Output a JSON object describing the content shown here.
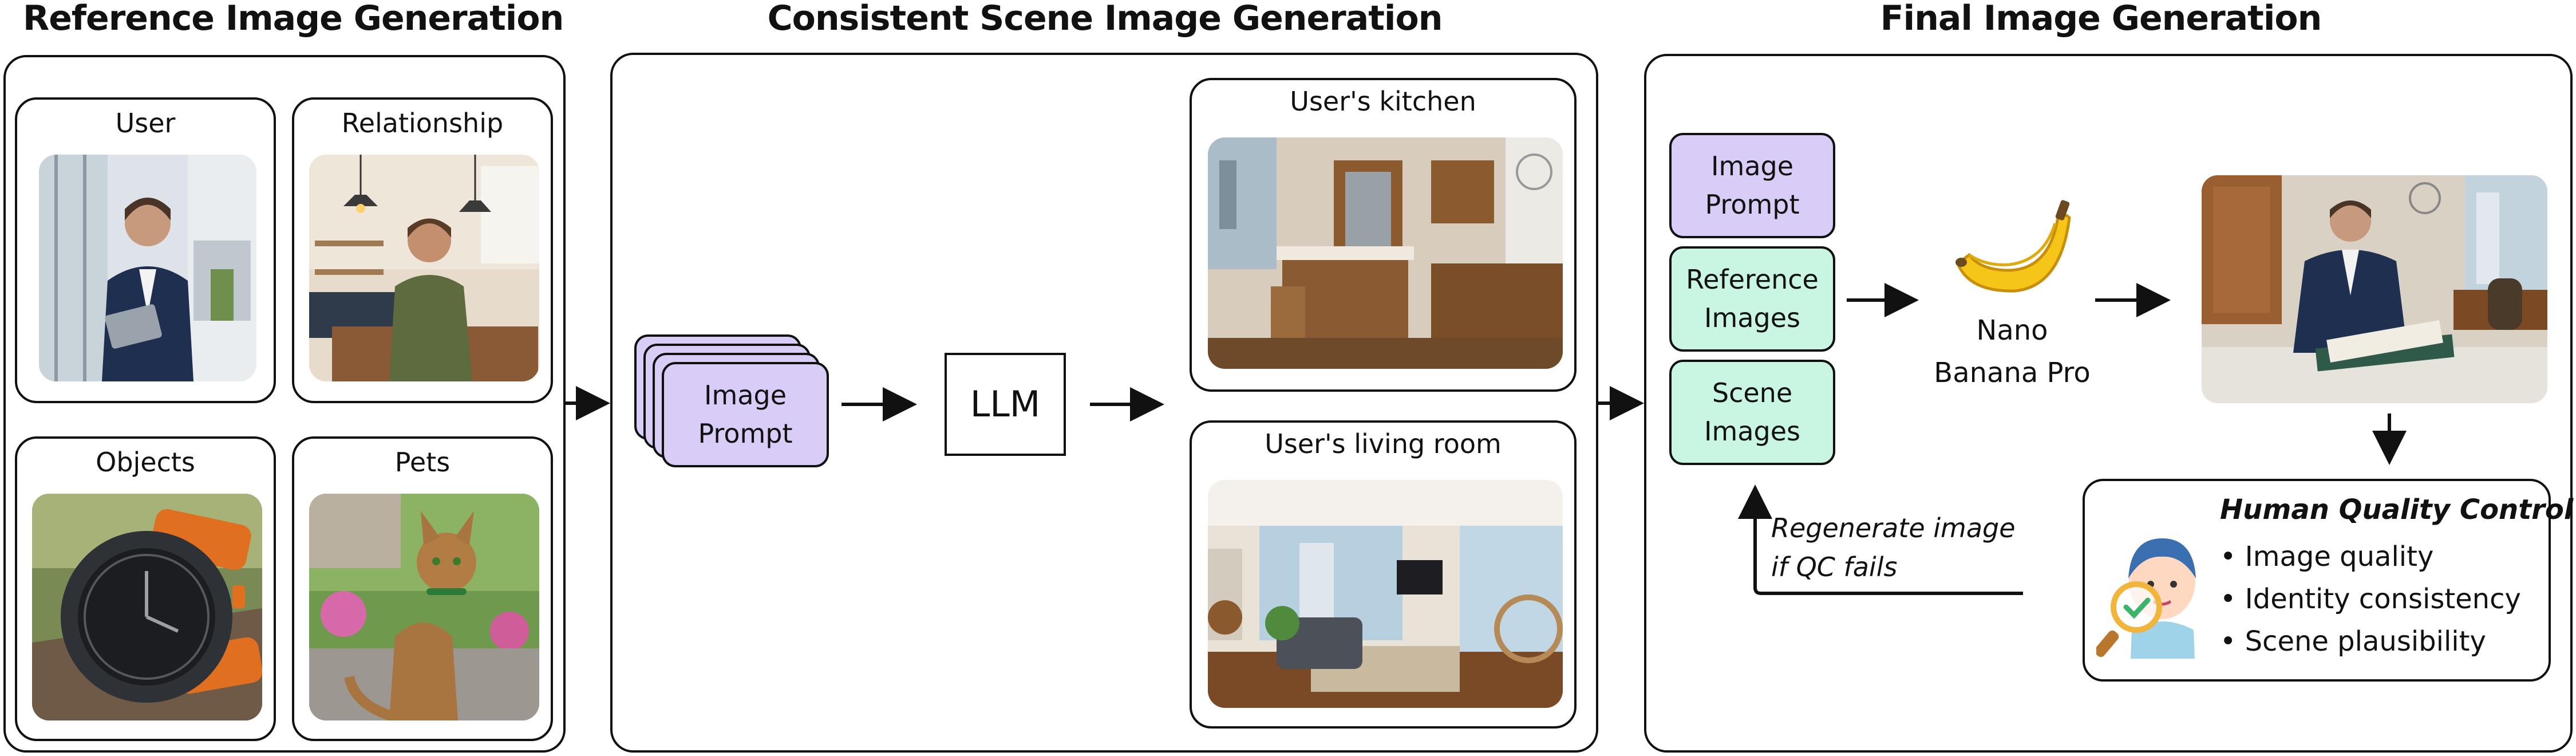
{
  "sections": {
    "reference": "Reference Image Generation",
    "scene": "Consistent Scene Image Generation",
    "final": "Final Image Generation"
  },
  "reference_cards": {
    "user": "User",
    "relationship": "Relationship",
    "objects": "Objects",
    "pets": "Pets"
  },
  "scene_stage": {
    "prompt_line1": "Image",
    "prompt_line2": "Prompt",
    "llm": "LLM",
    "kitchen": "User's kitchen",
    "living_room": "User's living room"
  },
  "final_stage": {
    "image_prompt_line1": "Image",
    "image_prompt_line2": "Prompt",
    "reference_images_line1": "Reference",
    "reference_images_line2": "Images",
    "scene_images_line1": "Scene",
    "scene_images_line2": "Images",
    "model_line1": "Nano",
    "model_line2": "Banana Pro",
    "regen_line1": "Regenerate image",
    "regen_line2": "if QC fails"
  },
  "qc": {
    "title": "Human Quality Control",
    "items": [
      "Image quality",
      "Identity consistency",
      "Scene plausibility"
    ]
  },
  "icons": {
    "model": "banana-icon",
    "qc": "inspector-magnifier-icon"
  },
  "colors": {
    "prompt_fill": "#d9ccf7",
    "images_fill": "#c9f5e3",
    "outline": "#111111"
  }
}
